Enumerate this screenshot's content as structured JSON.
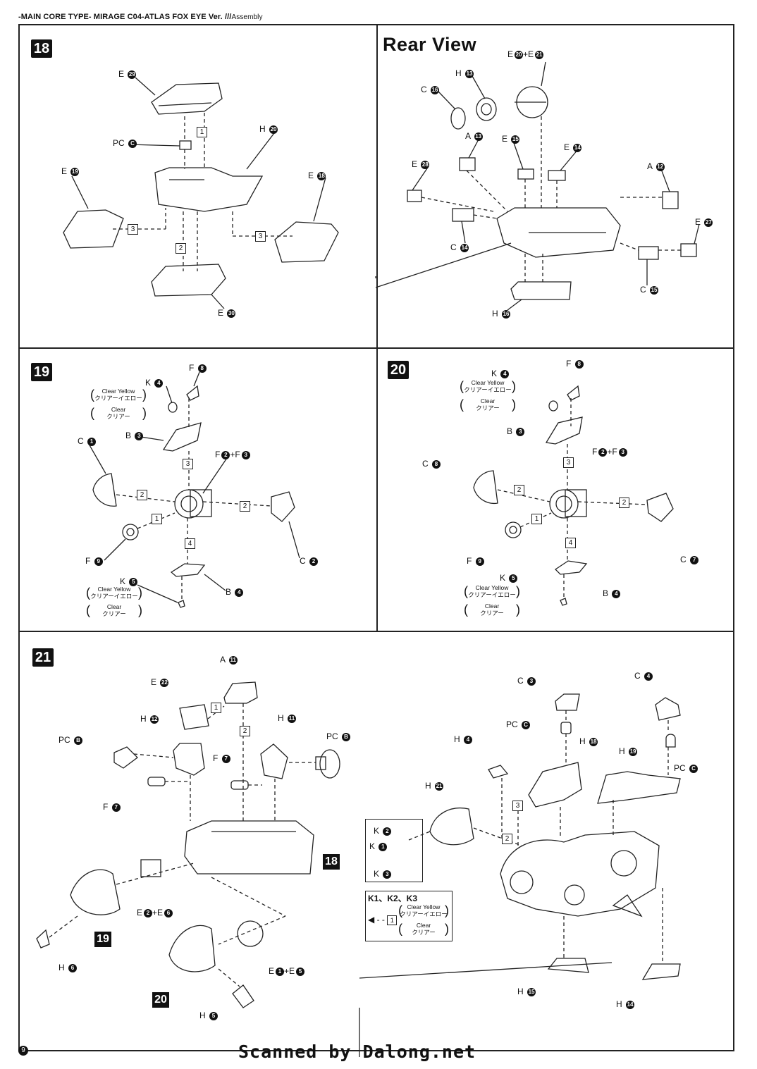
{
  "header": {
    "title": "-MAIN CORE TYPE- MIRAGE C04-ATLAS FOX EYE Ver. ///",
    "subtitle": "Assembly"
  },
  "steps": {
    "s18": "18",
    "s19": "19",
    "s20": "20",
    "s21": "21",
    "rear_view": "Rear View"
  },
  "step_refs": {
    "r18": "18",
    "r19": "19",
    "r20": "20"
  },
  "substeps": [
    "1",
    "2",
    "3",
    "4"
  ],
  "labels": {
    "s18": [
      {
        "l": "E",
        "n": "29"
      },
      {
        "l": "PC",
        "n": "C"
      },
      {
        "l": "H",
        "n": "20"
      },
      {
        "l": "E",
        "n": "19"
      },
      {
        "l": "E",
        "n": "18"
      },
      {
        "l": "E",
        "n": "30"
      }
    ],
    "rear": [
      {
        "l": "E",
        "n": "20",
        "l2": "+E",
        "n2": "21"
      },
      {
        "l": "H",
        "n": "13"
      },
      {
        "l": "C",
        "n": "16"
      },
      {
        "l": "A",
        "n": "13"
      },
      {
        "l": "E",
        "n": "15"
      },
      {
        "l": "E",
        "n": "14"
      },
      {
        "l": "E",
        "n": "28"
      },
      {
        "l": "A",
        "n": "12"
      },
      {
        "l": "E",
        "n": "27"
      },
      {
        "l": "C",
        "n": "14"
      },
      {
        "l": "C",
        "n": "15"
      },
      {
        "l": "H",
        "n": "16"
      }
    ],
    "s19": [
      {
        "l": "F",
        "n": "8"
      },
      {
        "l": "K",
        "n": "4"
      },
      {
        "l": "B",
        "n": "3"
      },
      {
        "l": "C",
        "n": "1"
      },
      {
        "l": "F",
        "n": "2",
        "l2": "+F",
        "n2": "3"
      },
      {
        "l": "F",
        "n": "9"
      },
      {
        "l": "C",
        "n": "2"
      },
      {
        "l": "K",
        "n": "5"
      },
      {
        "l": "B",
        "n": "4"
      }
    ],
    "s20": [
      {
        "l": "F",
        "n": "8"
      },
      {
        "l": "K",
        "n": "4"
      },
      {
        "l": "B",
        "n": "3"
      },
      {
        "l": "C",
        "n": "8"
      },
      {
        "l": "F",
        "n": "2",
        "l2": "+F",
        "n2": "3"
      },
      {
        "l": "F",
        "n": "9"
      },
      {
        "l": "C",
        "n": "7"
      },
      {
        "l": "K",
        "n": "5"
      },
      {
        "l": "B",
        "n": "4"
      }
    ],
    "s21": [
      {
        "l": "A",
        "n": "11"
      },
      {
        "l": "E",
        "n": "22"
      },
      {
        "l": "H",
        "n": "12"
      },
      {
        "l": "H",
        "n": "11"
      },
      {
        "l": "PC",
        "n": "B"
      },
      {
        "l": "PC",
        "n": "B"
      },
      {
        "l": "F",
        "n": "7"
      },
      {
        "l": "F",
        "n": "7"
      },
      {
        "l": "E",
        "n": "2",
        "l2": "+E",
        "n2": "6"
      },
      {
        "l": "H",
        "n": "6"
      },
      {
        "l": "E",
        "n": "1",
        "l2": "+E",
        "n2": "5"
      },
      {
        "l": "H",
        "n": "5"
      },
      {
        "l": "C",
        "n": "3"
      },
      {
        "l": "C",
        "n": "4"
      },
      {
        "l": "PC",
        "n": "C"
      },
      {
        "l": "H",
        "n": "4"
      },
      {
        "l": "H",
        "n": "18"
      },
      {
        "l": "H",
        "n": "19"
      },
      {
        "l": "PC",
        "n": "C"
      },
      {
        "l": "H",
        "n": "21"
      },
      {
        "l": "K",
        "n": "2"
      },
      {
        "l": "K",
        "n": "1"
      },
      {
        "l": "K",
        "n": "3"
      },
      {
        "l": "H",
        "n": "15"
      },
      {
        "l": "H",
        "n": "14"
      }
    ]
  },
  "clear_notes": {
    "yellow_en": "Clear Yellow",
    "yellow_jp": "クリアーイエロー",
    "clear_en": "Clear",
    "clear_jp": "クリアー"
  },
  "legend": {
    "title": "K1、K2、K3"
  },
  "footer": {
    "page": "9",
    "scan": "Scanned by Dalong.net"
  }
}
